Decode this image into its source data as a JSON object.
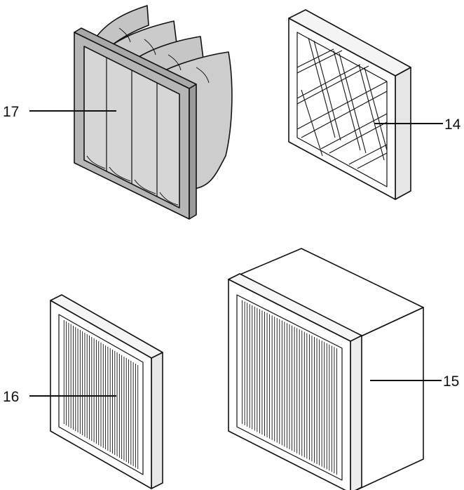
{
  "callouts": [
    {
      "number": "17",
      "item": "bag-filter"
    },
    {
      "number": "14",
      "item": "panel-filter"
    },
    {
      "number": "16",
      "item": "flat-pleated-filter"
    },
    {
      "number": "15",
      "item": "compact-box-filter"
    }
  ],
  "colors": {
    "stroke": "#111111",
    "bag_fill": "#c9c9c9",
    "bag_frame": "#b8b8b8",
    "frame_light": "#f2f2f2",
    "background": "#ffffff"
  }
}
